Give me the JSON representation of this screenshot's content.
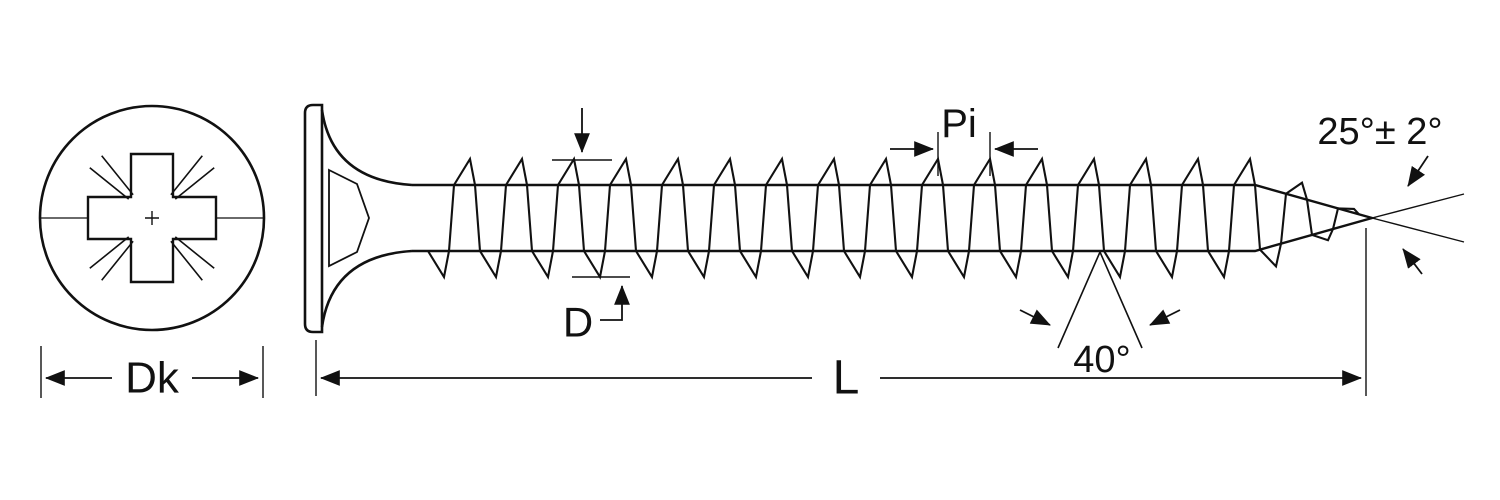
{
  "diagram": {
    "type": "technical-drawing",
    "subject": "countersunk pozidriv screw with dimension callouts",
    "labels": {
      "head_diameter": "Dk",
      "overall_length": "L",
      "thread_pitch": "Pi",
      "thread_diameter": "D",
      "thread_flank_angle": "40°",
      "tip_angle": "25°± 2°"
    },
    "colors": {
      "line": "#111111",
      "background": "#ffffff"
    }
  }
}
